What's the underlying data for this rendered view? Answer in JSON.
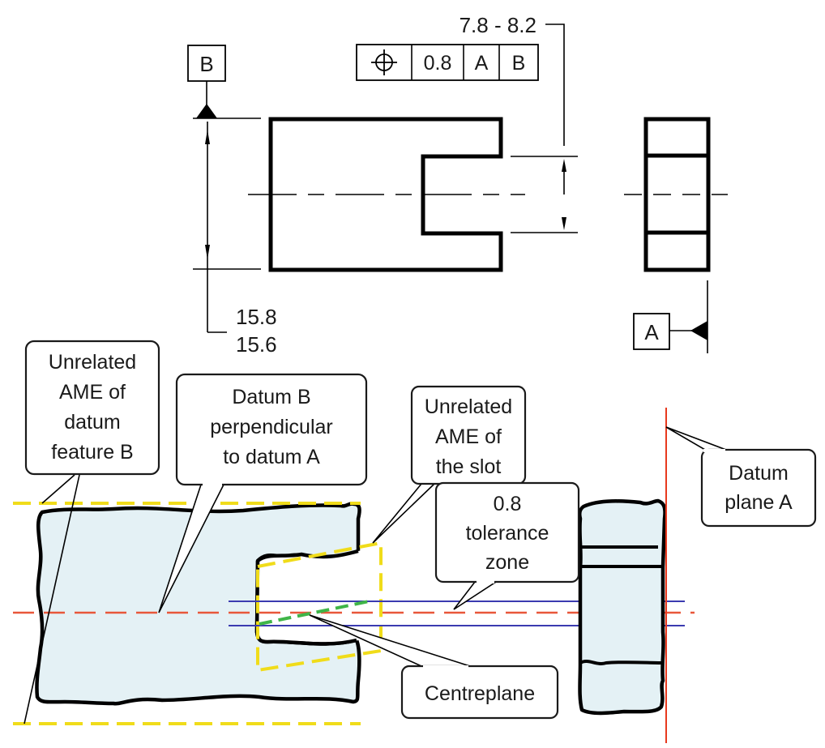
{
  "figure": {
    "title": "Positional tolerance of a slot relative to datums A and B",
    "drawing": {
      "datum_b_label": "B",
      "datum_a_label": "A",
      "feature_control_frame": {
        "symbol": "position-icon",
        "tolerance": "0.8",
        "primary_datum": "A",
        "secondary_datum": "B"
      },
      "slot_width_dimension": "7.8 - 8.2",
      "height_dimension_upper": "15.8",
      "height_dimension_lower": "15.6"
    },
    "callouts": {
      "unrelated_ame_b": [
        "Unrelated",
        "AME of",
        "datum",
        "feature B"
      ],
      "datum_b_perp": [
        "Datum B",
        "perpendicular",
        "to datum A"
      ],
      "unrelated_ame_slot": [
        "Unrelated",
        "AME of",
        "the slot"
      ],
      "tolerance_zone": [
        "0.8",
        "tolerance",
        "zone"
      ],
      "datum_plane_a": [
        "Datum",
        "plane A"
      ],
      "centreplane": [
        "Centreplane"
      ]
    },
    "colors": {
      "part_fill": "#e4f1f5",
      "ame_envelope": "#f0dc1a",
      "datum_centreline": "#e8573a",
      "tolerance_zone": "#3b3bb0",
      "slot_centreplane": "#3fb548",
      "datum_plane_a": "#e8391e"
    }
  }
}
